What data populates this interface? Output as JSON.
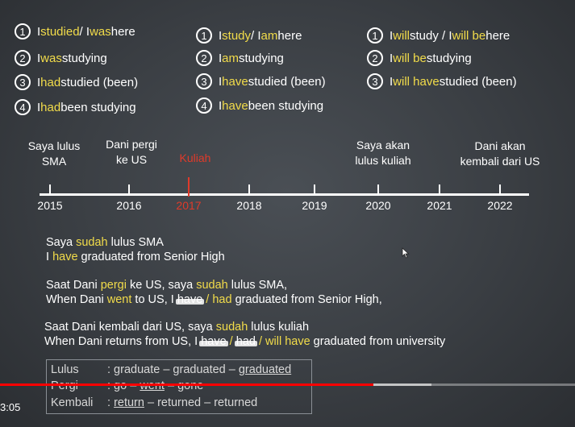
{
  "col1": [
    {
      "n": "1",
      "parts": [
        [
          "w",
          "I "
        ],
        [
          "y",
          "studied"
        ],
        [
          "w",
          " / I "
        ],
        [
          "y",
          "was"
        ],
        [
          "w",
          " here"
        ]
      ]
    },
    {
      "n": "2",
      "parts": [
        [
          "w",
          "I "
        ],
        [
          "y",
          "was"
        ],
        [
          "w",
          " studying"
        ]
      ]
    },
    {
      "n": "3",
      "parts": [
        [
          "w",
          "I "
        ],
        [
          "y",
          "had"
        ],
        [
          "w",
          " studied (been)"
        ]
      ]
    },
    {
      "n": "4",
      "parts": [
        [
          "w",
          "I "
        ],
        [
          "y",
          "had"
        ],
        [
          "w",
          " been studying"
        ]
      ]
    }
  ],
  "col2": [
    {
      "n": "1",
      "parts": [
        [
          "w",
          "I "
        ],
        [
          "y",
          "study"
        ],
        [
          "w",
          " / I "
        ],
        [
          "y",
          "am"
        ],
        [
          "w",
          " here"
        ]
      ]
    },
    {
      "n": "2",
      "parts": [
        [
          "w",
          "I "
        ],
        [
          "y",
          "am"
        ],
        [
          "w",
          " studying"
        ]
      ]
    },
    {
      "n": "3",
      "parts": [
        [
          "w",
          "I "
        ],
        [
          "y",
          "have"
        ],
        [
          "w",
          " studied (been)"
        ]
      ]
    },
    {
      "n": "4",
      "parts": [
        [
          "w",
          "I "
        ],
        [
          "y",
          "have"
        ],
        [
          "w",
          " been studying"
        ]
      ]
    }
  ],
  "col3": [
    {
      "n": "1",
      "parts": [
        [
          "w",
          "I "
        ],
        [
          "y",
          "will"
        ],
        [
          "w",
          " study / I "
        ],
        [
          "y",
          "will be"
        ],
        [
          "w",
          " here"
        ]
      ]
    },
    {
      "n": "2",
      "parts": [
        [
          "w",
          "I "
        ],
        [
          "y",
          "will be"
        ],
        [
          "w",
          " studying"
        ]
      ]
    },
    {
      "n": "3",
      "parts": [
        [
          "w",
          "I "
        ],
        [
          "y",
          "will have"
        ],
        [
          "w",
          " studied (been)"
        ]
      ]
    }
  ],
  "events": {
    "e1": [
      "Saya lulus",
      "SMA"
    ],
    "e2": [
      "Dani pergi",
      "ke US"
    ],
    "e3": [
      "Kuliah"
    ],
    "e4": [
      "Saya akan",
      "lulus kuliah"
    ],
    "e5": [
      "Dani akan",
      "kembali dari US"
    ]
  },
  "years": [
    "2015",
    "2016",
    "2017",
    "2018",
    "2019",
    "2020",
    "2021",
    "2022"
  ],
  "highlight_year": "2017",
  "sentences": {
    "s1a": [
      [
        "w",
        "Saya "
      ],
      [
        "y",
        "sudah"
      ],
      [
        "w",
        " lulus SMA"
      ]
    ],
    "s1b": [
      [
        "w",
        "I "
      ],
      [
        "y",
        "have"
      ],
      [
        "w",
        " graduated from Senior High"
      ]
    ],
    "s2a": [
      [
        "w",
        "Saat Dani "
      ],
      [
        "y",
        "pergi"
      ],
      [
        "w",
        " ke US,      saya "
      ],
      [
        "y",
        "sudah"
      ],
      [
        "w",
        " lulus SMA,"
      ]
    ],
    "s2b": [
      [
        "w",
        "When Dani "
      ],
      [
        "y",
        "went"
      ],
      [
        "w",
        " to US,  I "
      ],
      [
        "x",
        "have"
      ],
      [
        "y",
        " / had"
      ],
      [
        "w",
        "  graduated from Senior High,"
      ]
    ],
    "s3a": [
      [
        "w",
        "Saat Dani kembali dari US,       saya "
      ],
      [
        "y",
        "sudah"
      ],
      [
        "w",
        " lulus kuliah"
      ]
    ],
    "s3b": [
      [
        "w",
        "When Dani returns from US,    I "
      ],
      [
        "x",
        "have"
      ],
      [
        "y",
        " / "
      ],
      [
        "x",
        "had"
      ],
      [
        "y",
        " / will have"
      ],
      [
        "w",
        "  graduated  from university"
      ]
    ]
  },
  "vocab": [
    {
      "word": "Lulus",
      "forms": [
        [
          "n",
          ": graduate – graduated – "
        ],
        [
          "u",
          "graduated"
        ]
      ]
    },
    {
      "word": "Pergi",
      "forms": [
        [
          "n",
          ": go – "
        ],
        [
          "u",
          "went"
        ],
        [
          "n",
          " – gone"
        ]
      ]
    },
    {
      "word": "Kembali",
      "forms": [
        [
          "n",
          ": "
        ],
        [
          "u",
          "return"
        ],
        [
          "n",
          " – returned – returned"
        ]
      ]
    }
  ],
  "player": {
    "time": "3:05",
    "progress": 0.65,
    "buffered": 0.75
  },
  "colors": {
    "highlight": "#f2dc4a",
    "red": "#e03a2a",
    "board": "#3f4348",
    "progress": "#ff0000"
  }
}
